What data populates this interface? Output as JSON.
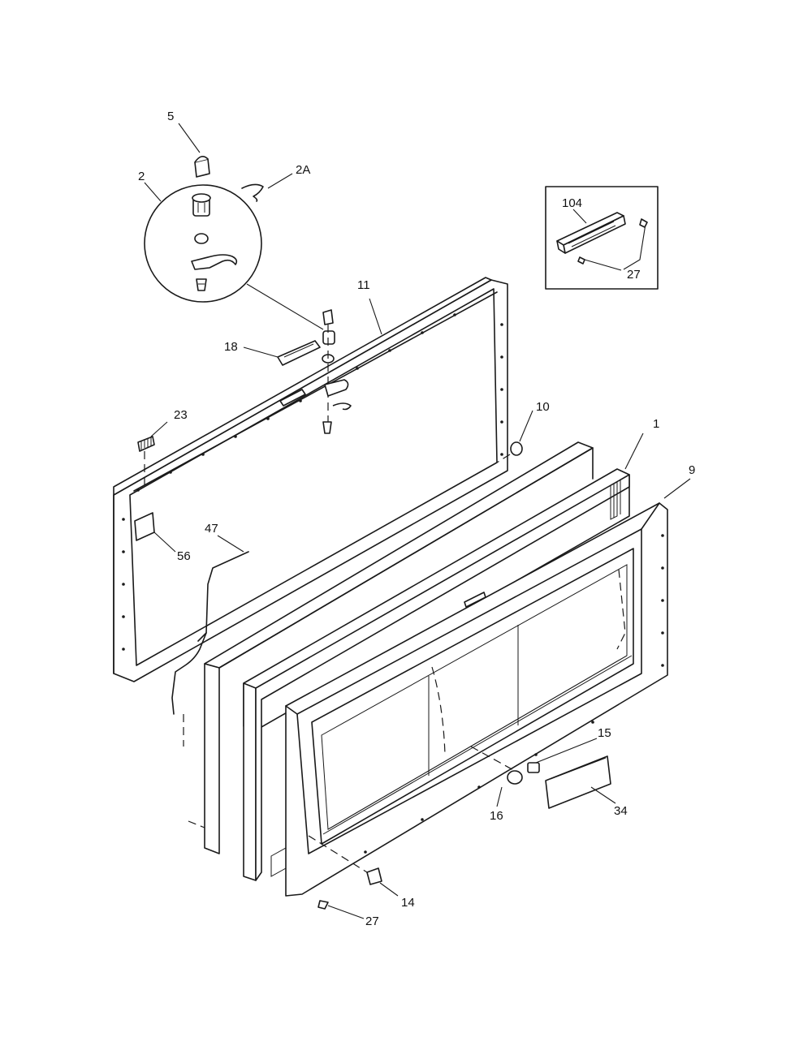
{
  "labels": {
    "p5": "5",
    "p2": "2",
    "p2a": "2A",
    "p104": "104",
    "p27_inset": "27",
    "p11": "11",
    "p18": "18",
    "p10": "10",
    "p23": "23",
    "p1": "1",
    "p9": "9",
    "p56": "56",
    "p47": "47",
    "p15": "15",
    "p16": "16",
    "p34": "34",
    "p14": "14",
    "p27": "27"
  },
  "colors": {
    "line": "#1a1a1a",
    "background": "#ffffff"
  }
}
